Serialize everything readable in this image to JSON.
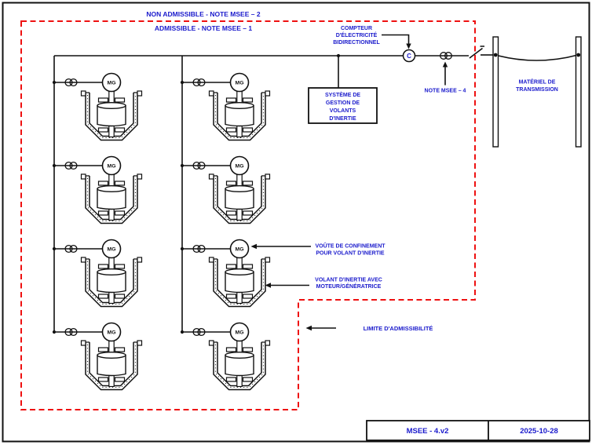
{
  "diagram": {
    "header": {
      "non_admissible": "NON ADMISSIBLE - NOTE MSEE – 2",
      "admissible": "ADMISSIBLE - NOTE MSEE – 1"
    },
    "labels": {
      "meter": [
        "COMPTEUR",
        "D'ÉLECTRICITÉ",
        "BIDIRECTIONNEL"
      ],
      "meter_letter": "C",
      "note_msee_4": "NOTE MSEE – 4",
      "management_system": [
        "SYSTÈME DE",
        "GESTION DE",
        "VOLANTS",
        "D'INERTIE"
      ],
      "transmission": [
        "MATÉRIEL DE",
        "TRANSMISSION"
      ],
      "containment_vault": [
        "VOÛTE DE CONFINEMENT",
        "POUR VOLANT D'INERTIE"
      ],
      "flywheel_mg": [
        "VOLANT D'INERTIE AVEC",
        "MOTEUR/GÉNÉRATRICE"
      ],
      "admissibility_limit": "LIMITE D'ADMISSIBILITÉ",
      "motor_generator": "MG"
    },
    "title_block": {
      "document_id": "MSEE - 4.v2",
      "date": "2025-10-28"
    },
    "flywheel_units_count": 8,
    "colors": {
      "label_blue": "#1a1acc",
      "boundary_red": "#ee1111",
      "line_black": "#111111"
    }
  }
}
